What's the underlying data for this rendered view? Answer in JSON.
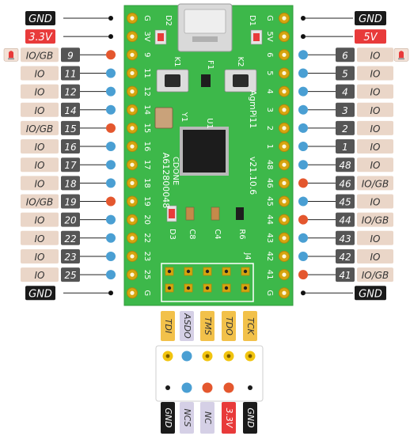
{
  "colors": {
    "pcb": "#3db84a",
    "pad": "#d6a50f",
    "io_label_bg": "#ead6c8",
    "num_bg": "#555555",
    "gnd_bg": "#1a1a1a",
    "v33_bg": "#e83a3a",
    "v5_bg": "#e83a3a",
    "jtag_bg": "#f2c14a",
    "jtag_gray_bg": "#d5d0e6",
    "dot_blue": "#4a9fd3",
    "dot_orange": "#e4572e",
    "dot_yellow": "#f1c40f",
    "dot_black": "#1a1a1a"
  },
  "left_pins": [
    {
      "type": "power",
      "label": "GND"
    },
    {
      "type": "power",
      "label": "3.3V"
    },
    {
      "type": "io",
      "num": "9",
      "func": "IO/GB",
      "dot": "orange",
      "led": true
    },
    {
      "type": "io",
      "num": "11",
      "func": "IO",
      "dot": "blue"
    },
    {
      "type": "io",
      "num": "12",
      "func": "IO",
      "dot": "blue"
    },
    {
      "type": "io",
      "num": "14",
      "func": "IO",
      "dot": "blue"
    },
    {
      "type": "io",
      "num": "15",
      "func": "IO/GB",
      "dot": "orange"
    },
    {
      "type": "io",
      "num": "16",
      "func": "IO",
      "dot": "blue"
    },
    {
      "type": "io",
      "num": "17",
      "func": "IO",
      "dot": "blue"
    },
    {
      "type": "io",
      "num": "18",
      "func": "IO",
      "dot": "blue"
    },
    {
      "type": "io",
      "num": "19",
      "func": "IO/GB",
      "dot": "orange"
    },
    {
      "type": "io",
      "num": "20",
      "func": "IO",
      "dot": "blue"
    },
    {
      "type": "io",
      "num": "22",
      "func": "IO",
      "dot": "blue"
    },
    {
      "type": "io",
      "num": "23",
      "func": "IO",
      "dot": "blue"
    },
    {
      "type": "io",
      "num": "25",
      "func": "IO",
      "dot": "blue"
    },
    {
      "type": "power",
      "label": "GND"
    }
  ],
  "right_pins": [
    {
      "type": "power",
      "label": "GND"
    },
    {
      "type": "power",
      "label": "5V"
    },
    {
      "type": "io",
      "num": "6",
      "func": "IO",
      "dot": "blue",
      "led": true
    },
    {
      "type": "io",
      "num": "5",
      "func": "IO",
      "dot": "blue"
    },
    {
      "type": "io",
      "num": "4",
      "func": "IO",
      "dot": "blue"
    },
    {
      "type": "io",
      "num": "3",
      "func": "IO",
      "dot": "blue"
    },
    {
      "type": "io",
      "num": "2",
      "func": "IO",
      "dot": "blue"
    },
    {
      "type": "io",
      "num": "1",
      "func": "IO",
      "dot": "blue"
    },
    {
      "type": "io",
      "num": "48",
      "func": "IO",
      "dot": "blue"
    },
    {
      "type": "io",
      "num": "46",
      "func": "IO/GB",
      "dot": "orange"
    },
    {
      "type": "io",
      "num": "45",
      "func": "IO",
      "dot": "blue"
    },
    {
      "type": "io",
      "num": "44",
      "func": "IO/GB",
      "dot": "orange"
    },
    {
      "type": "io",
      "num": "43",
      "func": "IO",
      "dot": "blue"
    },
    {
      "type": "io",
      "num": "42",
      "func": "IO",
      "dot": "blue"
    },
    {
      "type": "io",
      "num": "41",
      "func": "IO/GB",
      "dot": "orange"
    },
    {
      "type": "power",
      "label": "GND"
    }
  ],
  "board": {
    "left_silk": [
      "G",
      "3V",
      "9",
      "11",
      "12",
      "14",
      "15",
      "16",
      "17",
      "18",
      "19",
      "20",
      "22",
      "23",
      "25",
      "G"
    ],
    "right_silk": [
      "G",
      "5V",
      "6",
      "5",
      "4",
      "3",
      "2",
      "1",
      "48",
      "46",
      "45",
      "44",
      "43",
      "42",
      "41",
      "G"
    ],
    "name": "AgmPi11",
    "version": "v21.10.6",
    "chip_id": "A612800048",
    "cdone": "CDONE",
    "components": [
      "D2",
      "D1",
      "K1",
      "F1",
      "K2",
      "Y1",
      "U1",
      "D3",
      "C8",
      "C4",
      "R6",
      "J4"
    ]
  },
  "jtag_top": [
    {
      "label": "TDI",
      "style": "yellow",
      "dot": "yellow"
    },
    {
      "label": "ASDO",
      "style": "gray",
      "dot": "blue"
    },
    {
      "label": "TMS",
      "style": "yellow",
      "dot": "yellow"
    },
    {
      "label": "TDO",
      "style": "yellow",
      "dot": "yellow"
    },
    {
      "label": "TCK",
      "style": "yellow",
      "dot": "yellow"
    }
  ],
  "jtag_bottom": [
    {
      "label": "GND",
      "style": "black",
      "dot": "black"
    },
    {
      "label": "NCS",
      "style": "gray",
      "dot": "blue"
    },
    {
      "label": "NC",
      "style": "gray",
      "dot": "orange"
    },
    {
      "label": "3.3V",
      "style": "red",
      "dot": "orange"
    },
    {
      "label": "GND",
      "style": "black",
      "dot": "black"
    }
  ]
}
